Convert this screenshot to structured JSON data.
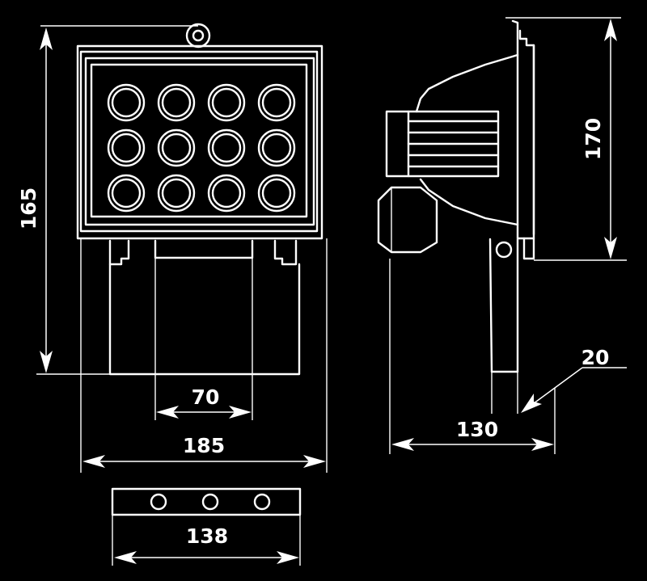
{
  "colors": {
    "background": "#000000",
    "line": "#ffffff"
  },
  "front_view": {
    "led_rows": 3,
    "led_columns": 4,
    "mount_holes": 3
  },
  "dimensions": {
    "height_front": "165",
    "height_side": "170",
    "width_bracket_inner": "70",
    "width_total": "185",
    "width_mount_plate": "138",
    "depth_side": "130",
    "bracket_thickness": "20"
  }
}
